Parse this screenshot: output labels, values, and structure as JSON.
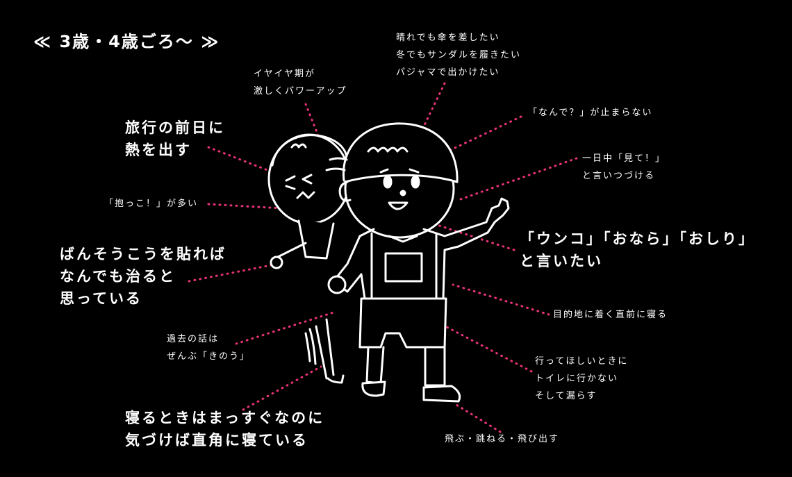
{
  "header": "≪ 3歳・4歳ごろ〜 ≫",
  "accent_color": "#e8337a",
  "labels": {
    "umbrella": "晴れでも傘を差したい\n冬でもサンダルを履きたい\nパジャマで出かけたい",
    "iyaiya": "イヤイヤ期が\n激しくパワーアップ",
    "fever": "旅行の前日に\n熱を出す",
    "nande": "「なんで？」が止まらない",
    "mite": "一日中「見て！」\nと言いつづける",
    "dakko": "「抱っこ！」が多い",
    "unko": "「ウンコ」「おなら」「おしり」\nと言いたい",
    "bandage": "ばんそうこうを貼れば\nなんでも治ると\n思っている",
    "sleep_arrival": "目的地に着く直前に寝る",
    "past": "過去の話は\nぜんぶ「きのう」",
    "toilet": "行ってほしいときに\nトイレに行かない\nそして漏らす",
    "sleep_angle": "寝るときはまっすぐなのに\n気づけば直角に寝ている",
    "jump": "飛ぶ・跳ねる・飛び出す"
  }
}
